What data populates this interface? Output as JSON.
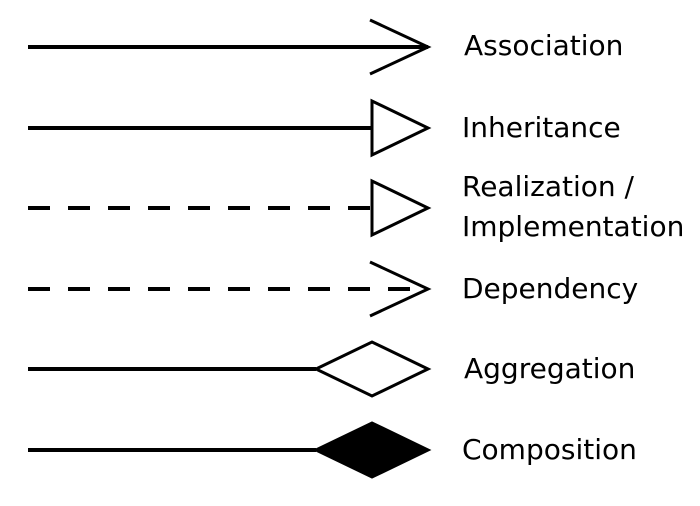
{
  "diagram": {
    "title": "",
    "stroke_color": "#000000",
    "fill_color_solid": "#000000",
    "fill_color_hollow": "#ffffff",
    "relationships": [
      {
        "id": "association",
        "label_lines": [
          "Association"
        ],
        "line_style": "solid",
        "head": "open-arrow"
      },
      {
        "id": "inheritance",
        "label_lines": [
          "Inheritance"
        ],
        "line_style": "solid",
        "head": "hollow-triangle"
      },
      {
        "id": "realization",
        "label_lines": [
          "Realization /",
          "Implementation"
        ],
        "line_style": "dashed",
        "head": "hollow-triangle"
      },
      {
        "id": "dependency",
        "label_lines": [
          "Dependency"
        ],
        "line_style": "dashed",
        "head": "open-arrow"
      },
      {
        "id": "aggregation",
        "label_lines": [
          "Aggregation"
        ],
        "line_style": "solid",
        "head": "hollow-diamond"
      },
      {
        "id": "composition",
        "label_lines": [
          "Composition"
        ],
        "line_style": "solid",
        "head": "filled-diamond"
      }
    ]
  }
}
